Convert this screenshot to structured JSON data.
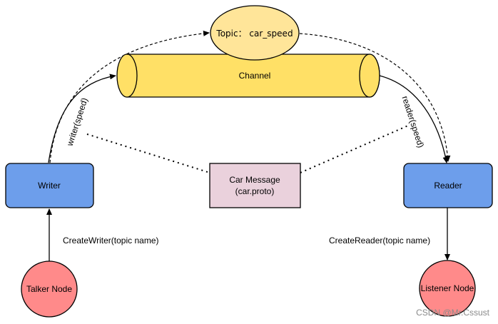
{
  "topic": {
    "label": "Topic： car_speed"
  },
  "channel": {
    "label": "Channel"
  },
  "writer": {
    "label": "Writer"
  },
  "reader": {
    "label": "Reader"
  },
  "message": {
    "line1": "Car Message",
    "line2": "(car.proto)"
  },
  "talker": {
    "label": "Talker Node"
  },
  "listener": {
    "label": "Listener Node"
  },
  "edges": {
    "writer_speed": "writer(speed)",
    "reader_speed": "reader(speed)",
    "create_writer": "CreateWriter(topic name)",
    "create_reader": "CreateReader(topic name)"
  },
  "watermark": "CSDN @Mr.Cssust",
  "colors": {
    "topic_fill": "#ffe599",
    "channel_fill": "#ffe066",
    "node_box_fill": "#6d9eeb",
    "message_fill": "#ead1dc",
    "node_circle_fill": "#ff8a8a",
    "stroke": "#000000"
  }
}
